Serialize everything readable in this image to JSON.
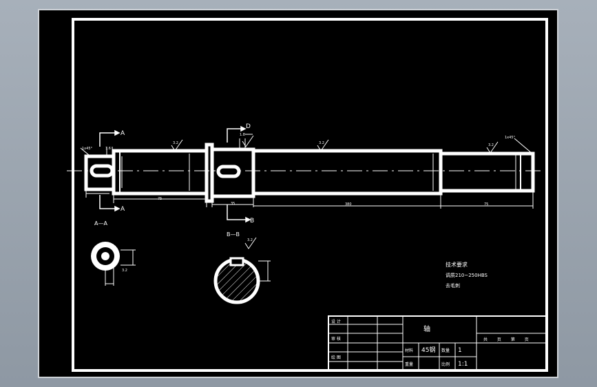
{
  "drawing": {
    "section_marks": {
      "a_top": "A",
      "a_bottom": "A",
      "b_top": "D",
      "b_bottom": "B"
    },
    "section_titles": {
      "aa": "A—A",
      "bb": "B—B"
    },
    "roughness": {
      "r1": "3.2",
      "r2": "3.2",
      "r3": "3.2",
      "r4": "3.2",
      "r5": "3.2"
    },
    "chamfers": {
      "left": "1x45°",
      "right": "1x45°"
    },
    "dimensions": {
      "d1": "75",
      "d2": "35",
      "d3": "380",
      "d4": "75",
      "d5": "1.6",
      "d6": "1.8"
    },
    "tech_req": {
      "title": "技术要求",
      "line1": "调质210~250HBS",
      "line2": "去毛刺"
    }
  },
  "title_block": {
    "part_name": "轴",
    "row_labels": [
      "设 计",
      "审 核",
      "绘 图"
    ],
    "material_label": "材料",
    "material_value": "45钢",
    "qty_label": "数量",
    "qty_value": "1",
    "weight_label": "重量",
    "scale_label": "比例",
    "scale_value": "1:1",
    "sheet_info": "共 页 第 页"
  }
}
